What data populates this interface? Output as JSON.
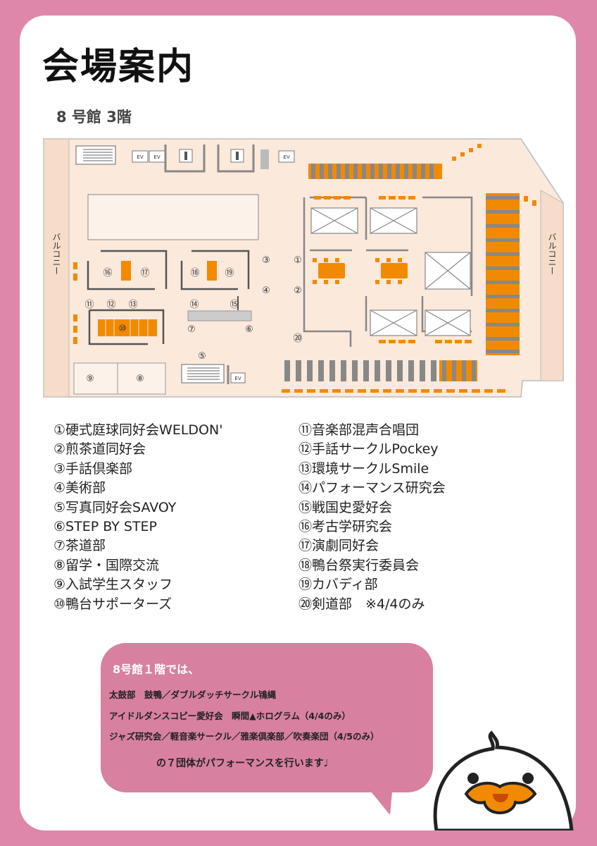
{
  "page": {
    "title": "会場案内",
    "floor_title": "8 号館 3階"
  },
  "map": {
    "balcony_left": "バルコニー",
    "balcony_right": "バルコニー",
    "ev_label": "EV",
    "markers": [
      "①",
      "②",
      "③",
      "④",
      "⑤",
      "⑥",
      "⑦",
      "⑧",
      "⑨",
      "⑩",
      "⑪",
      "⑫",
      "⑬",
      "⑭",
      "⑮",
      "⑯",
      "⑰",
      "⑱",
      "⑲",
      "⑳"
    ]
  },
  "legend_left": [
    "①硬式庭球同好会WELDON'",
    "②煎茶道同好会",
    "③手話倶楽部",
    "④美術部",
    "⑤写真同好会SAVOY",
    "⑥STEP BY STEP",
    "⑦茶道部",
    "⑧留学・国際交流",
    "⑨入試学生スタッフ",
    "⑩鴨台サポーターズ"
  ],
  "legend_right": [
    "⑪音楽部混声合唱団",
    "⑫手話サークルPockey",
    "⑬環境サークルSmile",
    "⑭パフォーマンス研究会",
    "⑮戦国史愛好会",
    "⑯考古学研究会",
    "⑰演劇同好会",
    "⑱鴨台祭実行委員会",
    "⑲カバディ部",
    "⑳剣道部　※4/4のみ"
  ],
  "notice": {
    "heading": "8号館１階では、",
    "lines": [
      "太鼓部　鼓鴨／ダブルダッチサークル鴇縄",
      "アイドルダンスコピー愛好会　瞬間▲ホログラム（4/4のみ）",
      "ジャズ研究会／軽音楽サークル／雅楽倶楽部／吹奏楽団（4/5のみ）"
    ],
    "footer": "の７団体がパフォーマンスを行います♩"
  },
  "colors": {
    "frame": "#de87aa",
    "floor": "#fbe9dc",
    "table": "#f28a00",
    "bubble": "#d8809f"
  }
}
